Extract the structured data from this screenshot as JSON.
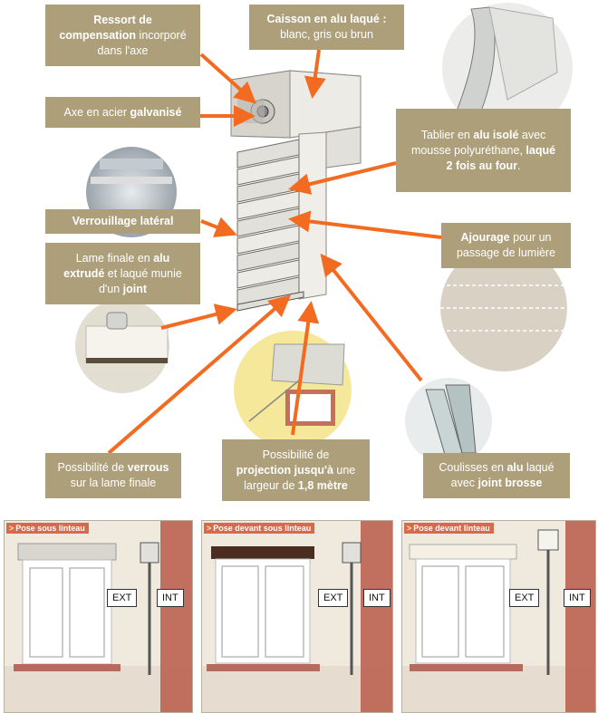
{
  "callouts": {
    "ressort": {
      "l1": "Ressort de",
      "b1": "compensation",
      "l2": " incorporé",
      "l3": "dans l'axe"
    },
    "caisson": {
      "b1": "Caisson en alu laqué :",
      "l2": "blanc, gris ou brun"
    },
    "axe": {
      "l1": "Axe en acier ",
      "b1": "galvanisé"
    },
    "tablier": {
      "l1": "Tablier en ",
      "b1": "alu isolé",
      "l2": " avec",
      "l3": "mousse polyuréthane, ",
      "b2": "laqué",
      "b3": "2 fois au four",
      "l4": "."
    },
    "verrouillage": {
      "b1": "Verrouillage latéral"
    },
    "lame": {
      "l1": "Lame finale en ",
      "b1": "alu",
      "b2": "extrudé",
      "l2": " et laqué munie",
      "l3": "d'un ",
      "b3": "joint"
    },
    "ajourage": {
      "b1": "Ajourage",
      "l1": " pour un",
      "l2": "passage de lumière"
    },
    "verrous": {
      "l1": "Possibilité de ",
      "b1": "verrous",
      "l2": "sur la lame finale"
    },
    "projection": {
      "l1": "Possibilité de",
      "b1": "projection jusqu'à",
      "l2": " une",
      "l3": "largeur de ",
      "b2": "1,8 mètre"
    },
    "coulisses": {
      "l1": "Coulisses en ",
      "b1": "alu",
      "l2": " laqué",
      "l3": "avec ",
      "b2": "joint brosse"
    }
  },
  "panels": [
    {
      "tag": "Pose sous linteau",
      "ext": "EXT",
      "int": "INT"
    },
    {
      "tag": "Pose devant sous linteau",
      "ext": "EXT",
      "int": "INT"
    },
    {
      "tag": "Pose devant linteau",
      "ext": "EXT",
      "int": "INT"
    }
  ],
  "colors": {
    "callout": "#ad9f7a",
    "arrow": "#f26b21",
    "tag": "#d86a4c"
  }
}
